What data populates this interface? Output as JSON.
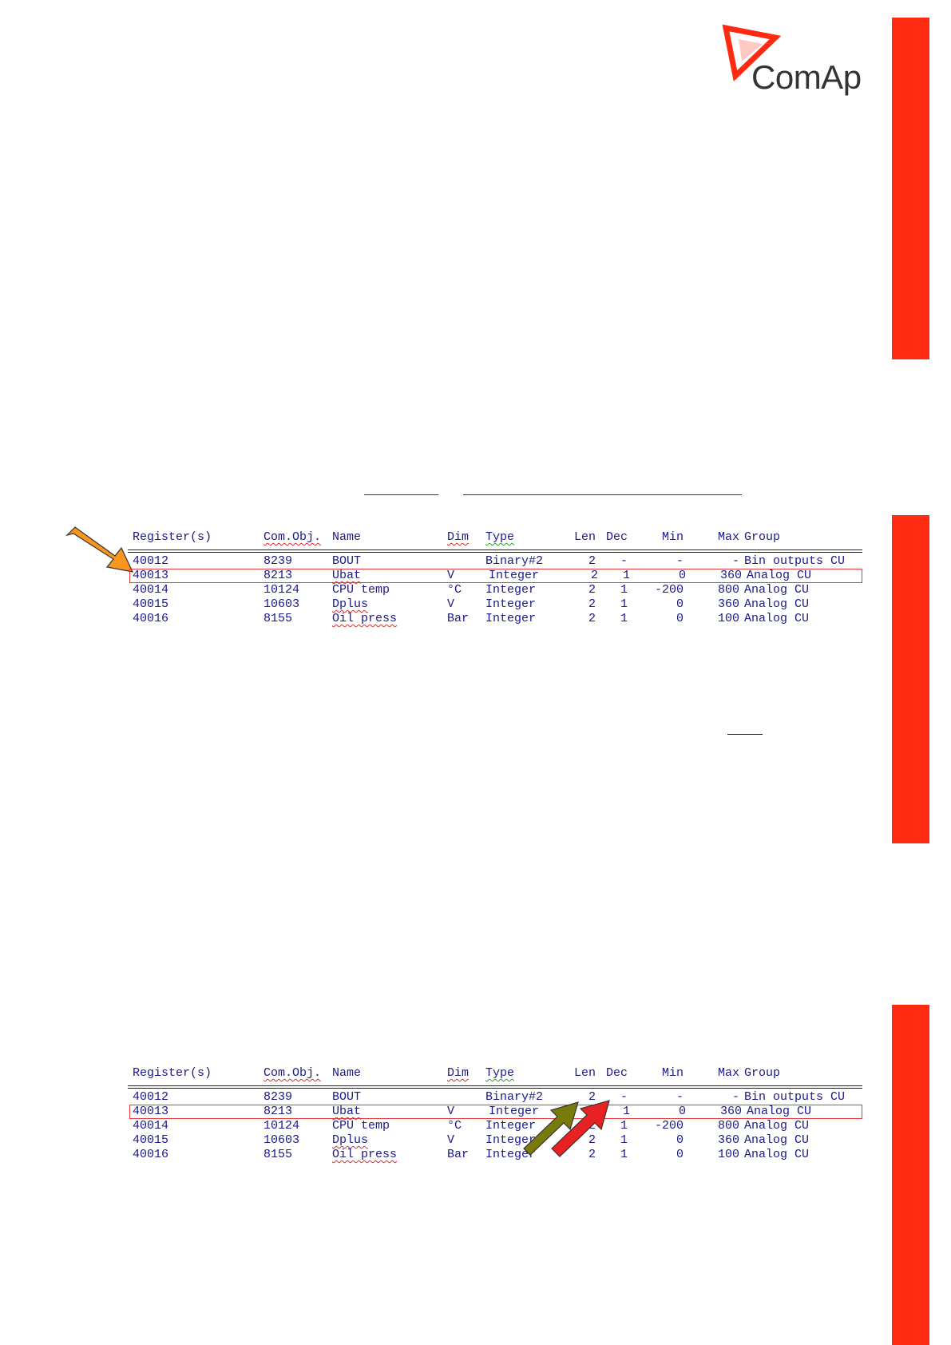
{
  "logo": {
    "text": "ComAp"
  },
  "colors": {
    "accent_bar": "#ff2a12",
    "table_text": "#1a1a8a",
    "highlight_box": "#e83a3a",
    "arrow_orange": "#f7961e",
    "arrow_olive": "#7a7a0a",
    "arrow_red": "#e82222"
  },
  "register_table": {
    "headers": {
      "register": "Register(s)",
      "com_obj": "Com.Obj.",
      "name": "Name",
      "dim": "Dim",
      "type": "Type",
      "len": "Len",
      "dec": "Dec",
      "min": "Min",
      "max": "Max",
      "group": "Group"
    },
    "rows": [
      {
        "register": "40012",
        "com_obj": "8239",
        "name": "BOUT",
        "dim": "",
        "type": "Binary#2",
        "len": "2",
        "dec": "-",
        "min": "-",
        "max": "-",
        "group": "Bin outputs CU"
      },
      {
        "register": "40013",
        "com_obj": "8213",
        "name": "Ubat",
        "dim": "V",
        "type": "Integer",
        "len": "2",
        "dec": "1",
        "min": "0",
        "max": "360",
        "group": "Analog CU"
      },
      {
        "register": "40014",
        "com_obj": "10124",
        "name": "CPU temp",
        "dim": "°C",
        "type": "Integer",
        "len": "2",
        "dec": "1",
        "min": "-200",
        "max": "800",
        "group": "Analog CU"
      },
      {
        "register": "40015",
        "com_obj": "10603",
        "name": "Dplus",
        "dim": "V",
        "type": "Integer",
        "len": "2",
        "dec": "1",
        "min": "0",
        "max": "360",
        "group": "Analog CU"
      },
      {
        "register": "40016",
        "com_obj": "8155",
        "name": "Oil press",
        "dim": "Bar",
        "type": "Integer",
        "len": "2",
        "dec": "1",
        "min": "0",
        "max": "100",
        "group": "Analog CU"
      }
    ],
    "highlighted_row": "40013"
  },
  "icons": {
    "arrow_1": "orange-arrow-icon",
    "arrow_2": "olive-arrow-icon",
    "arrow_3": "red-arrow-icon"
  }
}
